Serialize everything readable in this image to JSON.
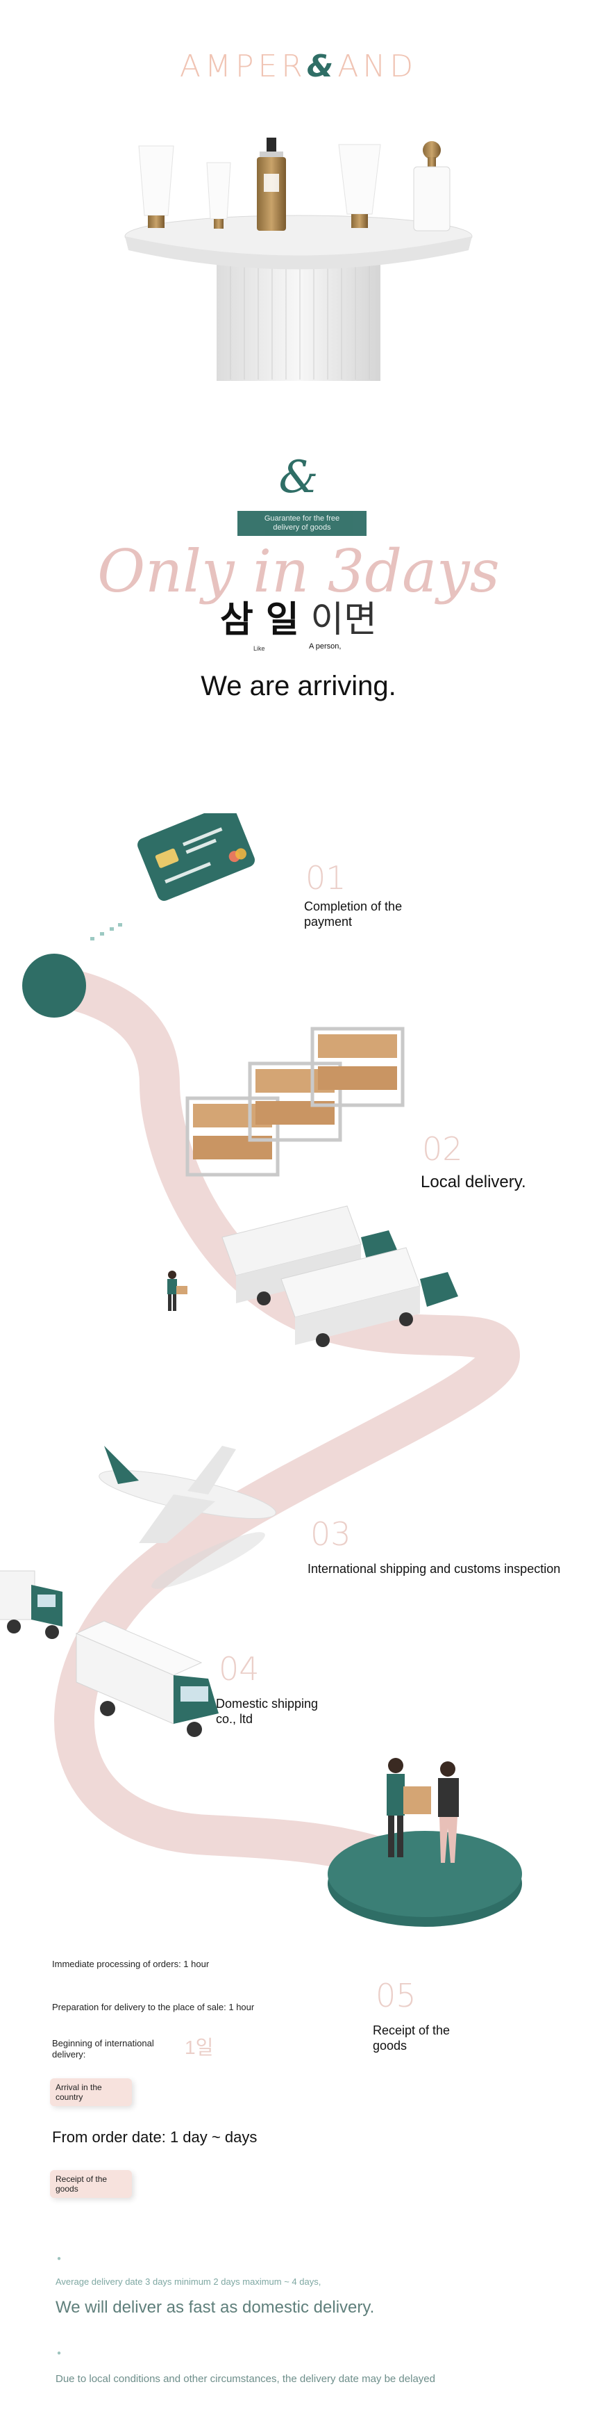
{
  "brand": {
    "name_part1": "AMPER",
    "name_amp": "&",
    "name_part2": "AND"
  },
  "colors": {
    "accent_green": "#2f6e66",
    "accent_pink": "#f0c4b4",
    "route_pink": "#efd9d7"
  },
  "hero": {
    "illustration": "product-podium"
  },
  "intro": {
    "logo_mark": "&",
    "banner_line1": "Guarantee for the free",
    "banner_line2": "delivery of goods",
    "headline_script": "Only in 3days",
    "korean_bold": "삼 일",
    "korean_light": "이면",
    "like_caption": "Like",
    "person_caption": "A person,",
    "subtitle": "We are arriving."
  },
  "steps": [
    {
      "number": "01",
      "label": "Completion of the payment",
      "icon": "credit-card-icon"
    },
    {
      "number": "02",
      "label": "Local delivery.",
      "icon": "warehouse-truck-icon"
    },
    {
      "number": "03",
      "label": "International shipping and customs inspection",
      "icon": "airplane-icon"
    },
    {
      "number": "04",
      "label": "Domestic shipping co., ltd",
      "icon": "delivery-truck-icon"
    },
    {
      "number": "05",
      "label": "Receipt of the goods",
      "icon": "handover-icon"
    }
  ],
  "timeline": {
    "processing": "Immediate processing of orders: 1 hour",
    "preparation": "Preparation for delivery to the place of sale: 1 hour",
    "intl_start": "Beginning of international delivery:",
    "ghost_day": "1일",
    "arrival_chip": "Arrival in the country",
    "from_order": "From order date: 1 day ~ days",
    "receipt_chip": "Receipt of the goods"
  },
  "notes": {
    "average": "Average delivery date 3 days minimum 2 days maximum ~ 4 days,",
    "fast": "We will deliver as fast as domestic delivery.",
    "delay": "Due to local conditions and other circumstances, the delivery date may be delayed"
  }
}
